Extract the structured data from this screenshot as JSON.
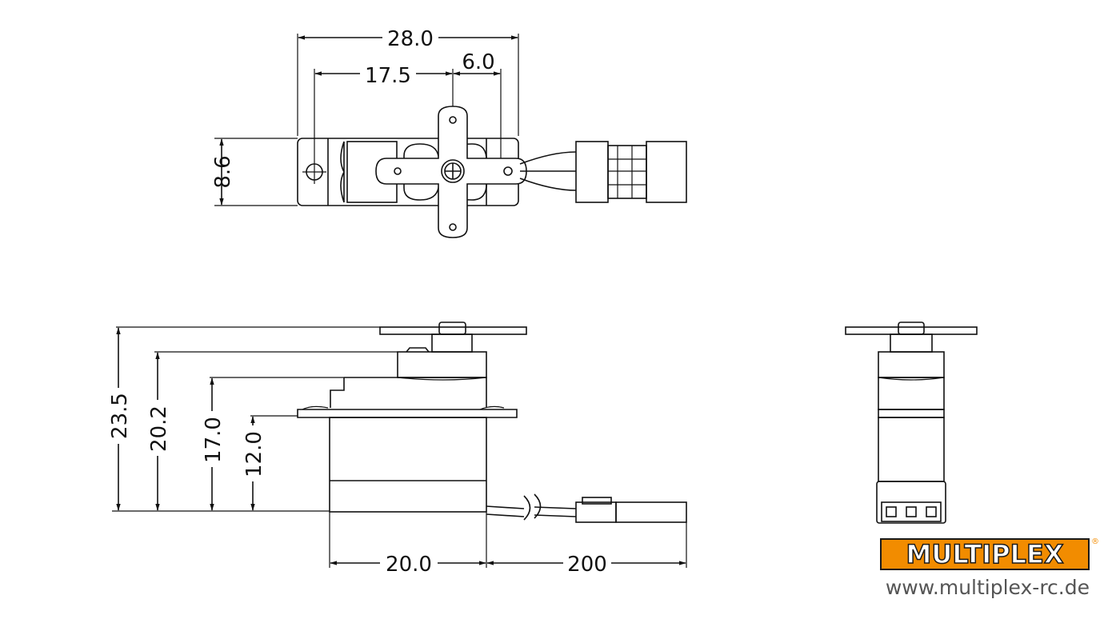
{
  "top_view": {
    "dimensions": {
      "overall_width": "28.0",
      "hole_to_shaft": "17.5",
      "shaft_to_edge": "6.0",
      "height": "8.6"
    }
  },
  "side_view": {
    "dimensions": {
      "total_height": "23.5",
      "to_case_top": "20.2",
      "to_flange_top": "17.0",
      "to_flange_bottom": "12.0",
      "case_width": "20.0",
      "lead_length": "200"
    }
  },
  "brand": {
    "logo_text": "MULTIPLEX",
    "registered_mark": "®",
    "website": "www.multiplex-rc.de",
    "logo_color": "#f28c00"
  }
}
